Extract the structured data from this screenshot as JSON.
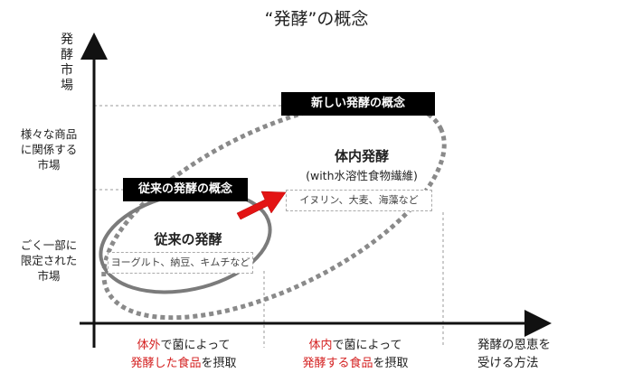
{
  "title": "“発酵”の概念",
  "y_axis": {
    "label": "発酵市場",
    "tick_upper": "様々な商品\nに関係する\n市場",
    "tick_lower": "ごく一部に\n限定された\n市場"
  },
  "x_axis": {
    "label": "発酵の恩恵を\n受ける方法",
    "left_caption": {
      "line1_red": "体外",
      "line1_rest": "で菌によって",
      "line2_red": "発酵した食品",
      "line2_rest": "を摂取"
    },
    "mid_caption": {
      "line1_red": "体内",
      "line1_rest": "で菌によって",
      "line2_red": "発酵する食品",
      "line2_rest": "を摂取"
    }
  },
  "traditional": {
    "banner": "従来の発酵の概念",
    "title": "従来の発酵",
    "examples": "ヨーグルト、納豆、キムチなど"
  },
  "new_concept": {
    "banner": "新しい発酵の概念",
    "title": "体内発酵",
    "subtitle": "(with水溶性食物繊維)",
    "examples": "イヌリン、大麦、海藻など"
  },
  "colors": {
    "accent_red": "#d42020",
    "arrow_red": "#e31414",
    "ellipse_gray": "#808080",
    "axis": "#111111"
  }
}
